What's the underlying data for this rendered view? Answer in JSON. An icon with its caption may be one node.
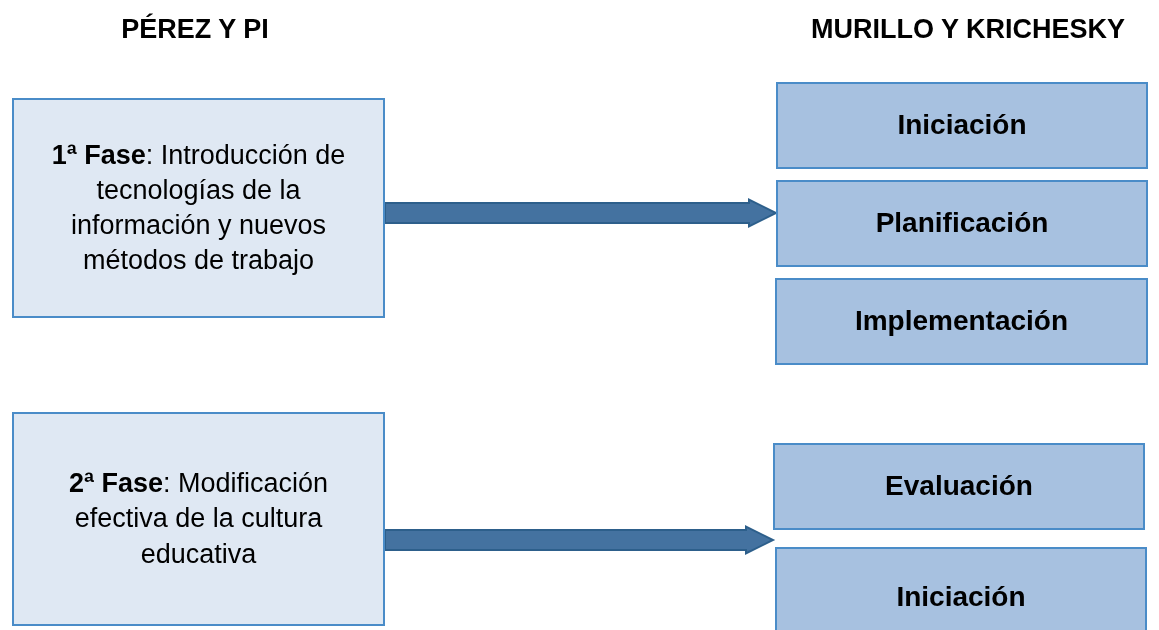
{
  "diagram": {
    "nodes": [
      {
        "text": [
          "**1ª Fase**: Introducción de tecnologías de la información y nuevos métodos de trabajo"
        ]
      },
      {
        "text": [
          "Iniciación"
        ]
      },
      {
        "text": [
          "Planificación"
        ]
      },
      {
        "text": [
          "Implementación"
        ]
      },
      {
        "text": [
          "**2ª Fase**: Modificación efectiva de la cultura educativa"
        ]
      },
      {
        "text": [
          "Evaluación"
        ]
      },
      {
        "text": [
          "Iniciación"
        ]
      }
    ],
    "edges": [
      {
        "from": 0,
        "to": 2,
        "arrow": "to",
        "style": "thick"
      },
      {
        "from": 4,
        "to": 5,
        "arrow": "to",
        "style": "thick"
      }
    ],
    "labels": [
      "PÉREZ Y PI",
      "MURILLO Y KRICHESKY"
    ]
  }
}
